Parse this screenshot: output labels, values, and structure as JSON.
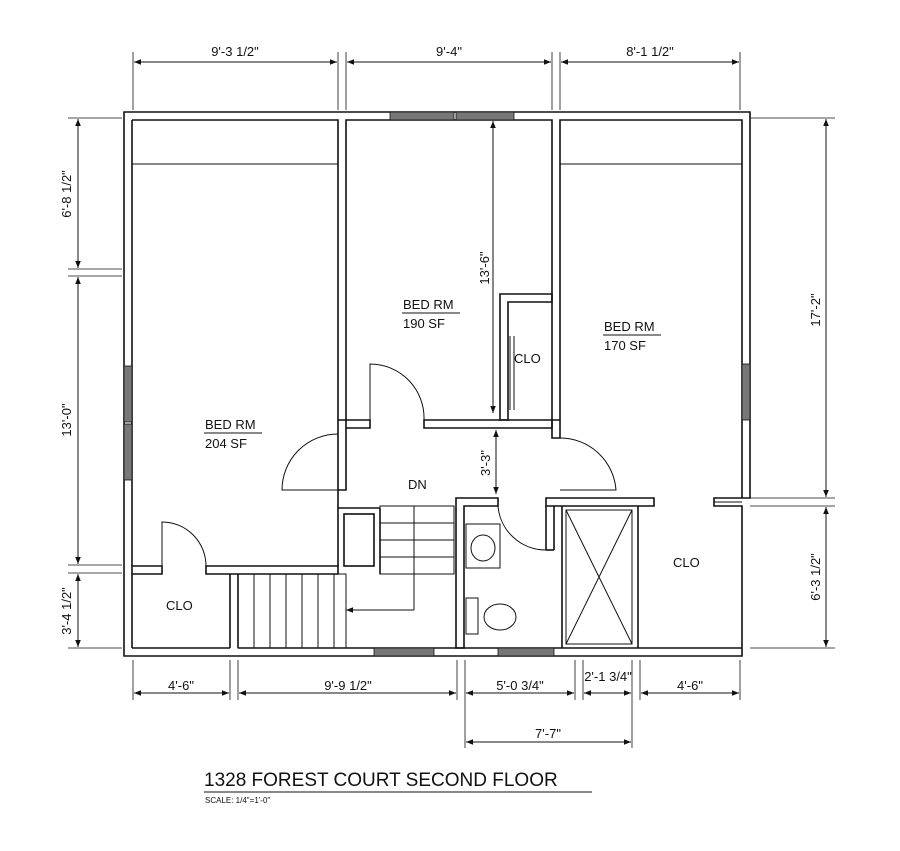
{
  "title": "1328 FOREST COURT SECOND FLOOR",
  "scale": "SCALE: 1/4\"=1'-0\"",
  "rooms": {
    "bed_left": {
      "name": "BED RM",
      "area": "204 SF"
    },
    "bed_middle": {
      "name": "BED RM",
      "area": "190 SF"
    },
    "bed_right": {
      "name": "BED RM",
      "area": "170 SF"
    },
    "clo_middle": "CLO",
    "clo_left": "CLO",
    "clo_right": "CLO",
    "stair_dn": "DN"
  },
  "dimensions": {
    "top": [
      "9'-3 1/2\"",
      "9'-4\"",
      "8'-1 1/2\""
    ],
    "left": [
      "6'-8 1/2\"",
      "13'-0\"",
      "3'-4 1/2\""
    ],
    "right": [
      "17'-2\"",
      "6'-3 1/2\""
    ],
    "bottom": [
      "4'-6\"",
      "9'-9 1/2\"",
      "5'-0 3/4\"",
      "2'-1 3/4\"",
      "4'-6\""
    ],
    "bottom_total": "7'-7\"",
    "interior_vertical_top": "13'-6\"",
    "interior_vertical_hall": "3'-3\""
  }
}
